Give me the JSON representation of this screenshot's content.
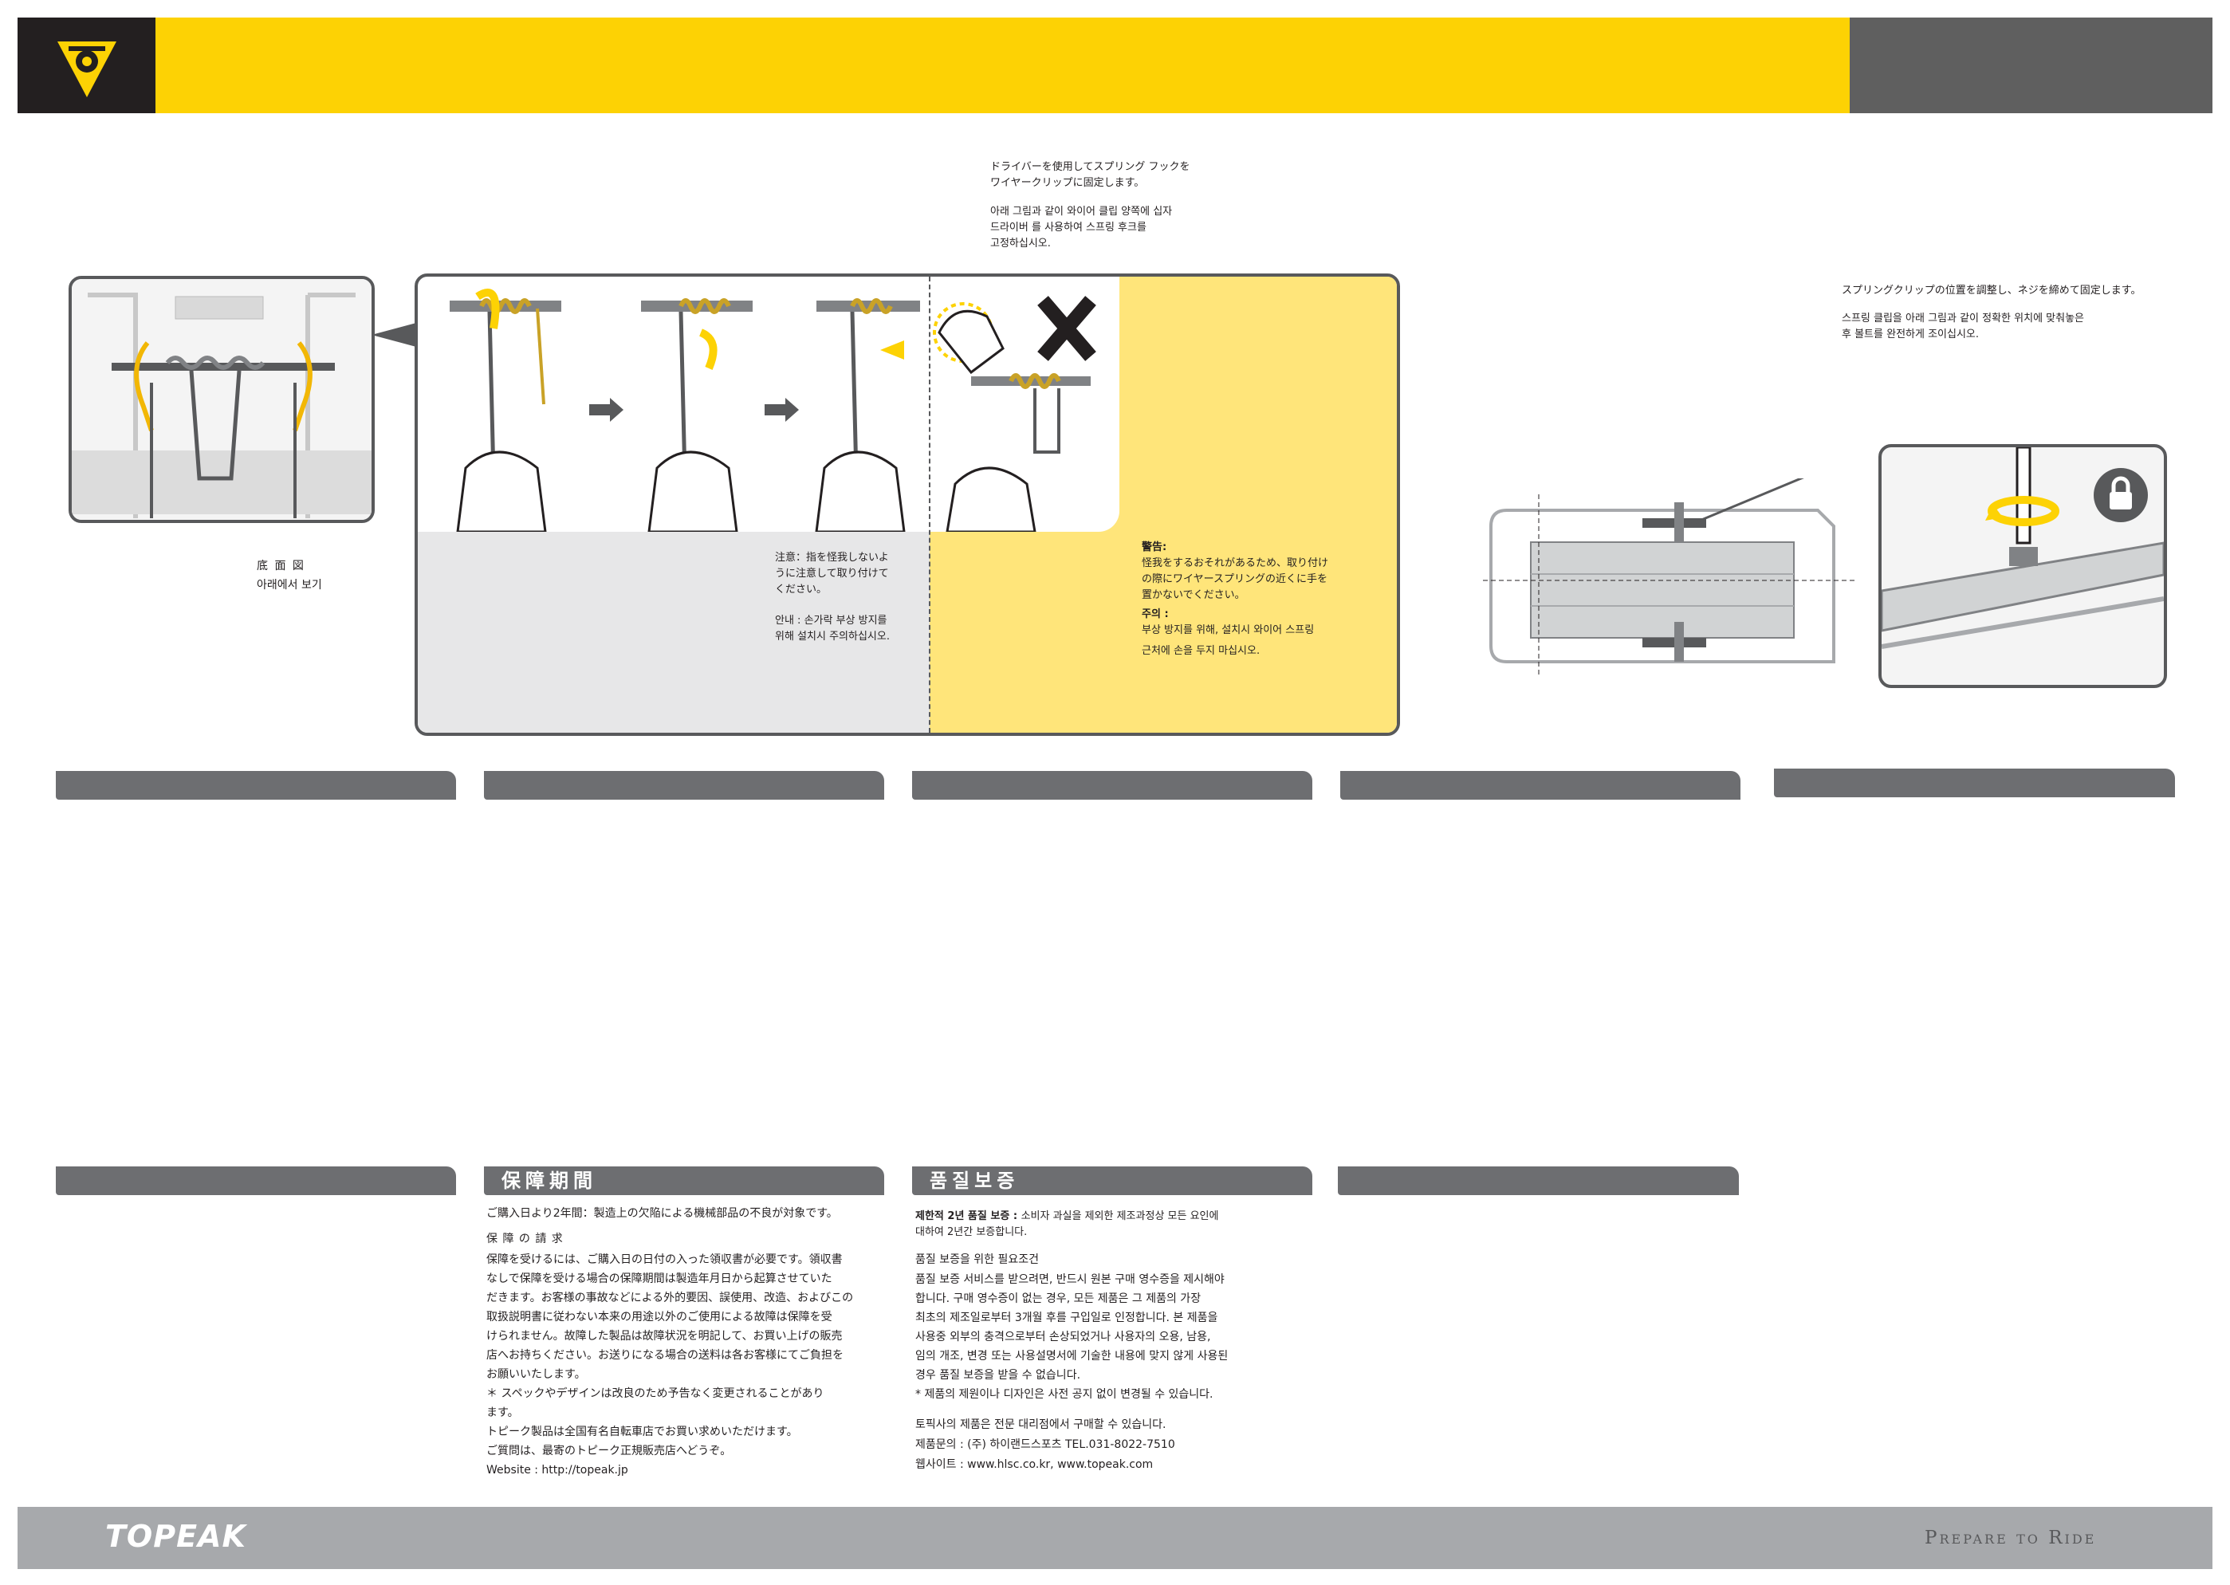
{
  "colors": {
    "brand_yellow": "#fdd204",
    "dark": "#231f20",
    "gray_bar": "#5f5f5f",
    "tab_gray": "#6d6e71",
    "light_yellow": "#ffe57a",
    "light_gray": "#e7e7e8"
  },
  "brand": {
    "logo_icon": "topeak-logo-icon",
    "footer_logo": "TOPEAK",
    "tagline": "Prepare to Ride"
  },
  "instructions": {
    "top_jp": [
      "ドライバーを使用してスプリング フックを",
      "ワイヤークリップに固定します。"
    ],
    "top_kr": [
      "아래 그림과 같이 와이어 클립 양쪽에 십자",
      "드라이버 를 사용하여 스프링 후크를",
      "고정하십시오."
    ],
    "right_jp": "スプリングクリップの位置を調整し、ネジを締めて固定します。",
    "right_kr": [
      "스프링 클립을 아래 그림과 같이 정확한 위치에 맞춰놓은",
      "후 볼트를 완전하게 조이십시오."
    ],
    "bottom_view_jp": "底 面 図",
    "bottom_view_kr": "아래에서 보기"
  },
  "caution": {
    "jp": [
      "注意：指を怪我しないよ",
      "うに注意して取り付けて",
      "ください。"
    ],
    "kr": [
      "안내 : 손가락 부상 방지를",
      "위해 설치시 주의하십시오."
    ]
  },
  "warning": {
    "jp_title": "警告:",
    "jp": [
      "怪我をするおそれがあるため、取り付け",
      "の際にワイヤースプリングの近くに手を",
      "置かないでください。"
    ],
    "kr_title": "주의 :",
    "kr": [
      "부상 방지를 위해, 설치시 와이어 스프링",
      "근처에 손을 두지 마십시오."
    ]
  },
  "sections": {
    "warranty_jp": {
      "title": "保障期間",
      "intro": "ご購入日より2年間：製造上の欠陥による機械部品の不良が対象です。",
      "subtitle": "保 障 の 請 求",
      "lines": [
        "保障を受けるには、ご購入日の日付の入った領収書が必要です。領収書",
        "なしで保障を受ける場合の保障期間は製造年月日から起算させていた",
        "だきます。お客様の事故などによる外的要因、誤使用、改造、およびこの",
        "取扱説明書に従わない本来の用途以外のご使用による故障は保障を受",
        "けられません。故障した製品は故障状況を明記して、お買い上げの販売",
        "店へお持ちください。お送りになる場合の送料は各お客様にてご負担を",
        "お願いいたします。",
        "＊ スペックやデザインは改良のため予告なく変更されることがあり",
        "ます。",
        "トピーク製品は全国有名自転車店でお買い求めいただけます。",
        "ご質問は、最寄のトピーク正規販売店へどうぞ。",
        "Website : http://topeak.jp"
      ]
    },
    "warranty_kr": {
      "title": "품질보증",
      "intro_bold": "제한적 2년 품질 보증 : ",
      "intro": "소비자 과실을 제외한 제조과정상 모든 요인에",
      "intro2": "대하여 2년간 보증합니다.",
      "subtitle": "품질 보증을 위한 필요조건",
      "lines": [
        "품질 보증 서비스를 받으려면, 반드시 원본 구매 영수증을 제시해야",
        "합니다. 구매 영수증이 없는 경우, 모든 제품은 그 제품의 가장",
        "최초의 제조일로부터 3개월 후를 구입일로 인정합니다. 본 제품을",
        "사용중 외부의 충격으로부터 손상되었거나 사용자의 오용, 남용,",
        "임의 개조, 변경 또는 사용설명서에 기술한 내용에 맞지 않게 사용된",
        "경우 품질 보증을 받을 수 없습니다.",
        "* 제품의 제원이나 디자인은 사전 공지 없이 변경될 수 있습니다."
      ],
      "contact": [
        "토픽사의 제품은 전문 대리점에서 구매할 수 있습니다.",
        "제품문의 : (주) 하이랜드스포츠 TEL.031-8022-7510",
        "웹사이트 : www.hlsc.co.kr, www.topeak.com"
      ]
    }
  }
}
